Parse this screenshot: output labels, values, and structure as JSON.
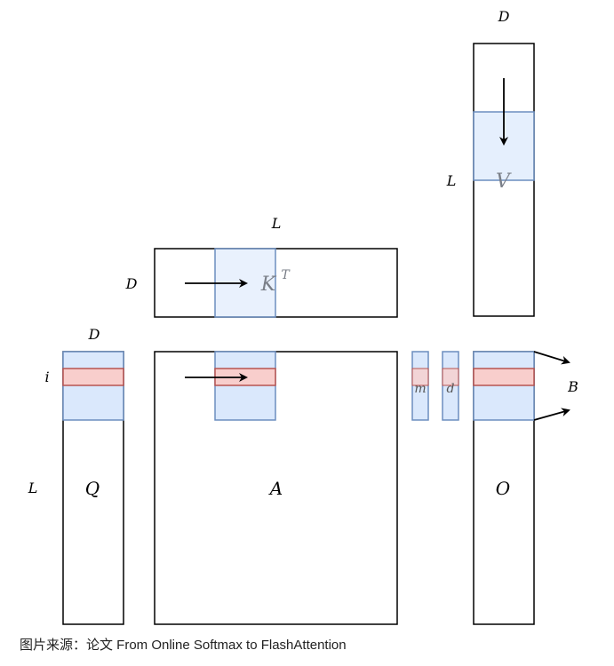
{
  "labels": {
    "v_top_D": "D",
    "v_left_L": "L",
    "v_name": "V",
    "k_top_L": "L",
    "k_left_D": "D",
    "k_name": "K",
    "k_sup": "T",
    "q_top_D": "D",
    "q_row_i": "i",
    "q_left_L": "L",
    "q_name": "Q",
    "a_name": "A",
    "m_name": "m",
    "d_name": "d",
    "o_name": "O",
    "b_label": "B"
  },
  "caption": "图片来源：论文 From Online Softmax to FlashAttention",
  "colors": {
    "block_fill": "#dae8fc",
    "block_stroke": "#6c8ebf",
    "row_fill": "#f8cecc",
    "row_stroke": "#b85450",
    "outline": "#000000"
  }
}
